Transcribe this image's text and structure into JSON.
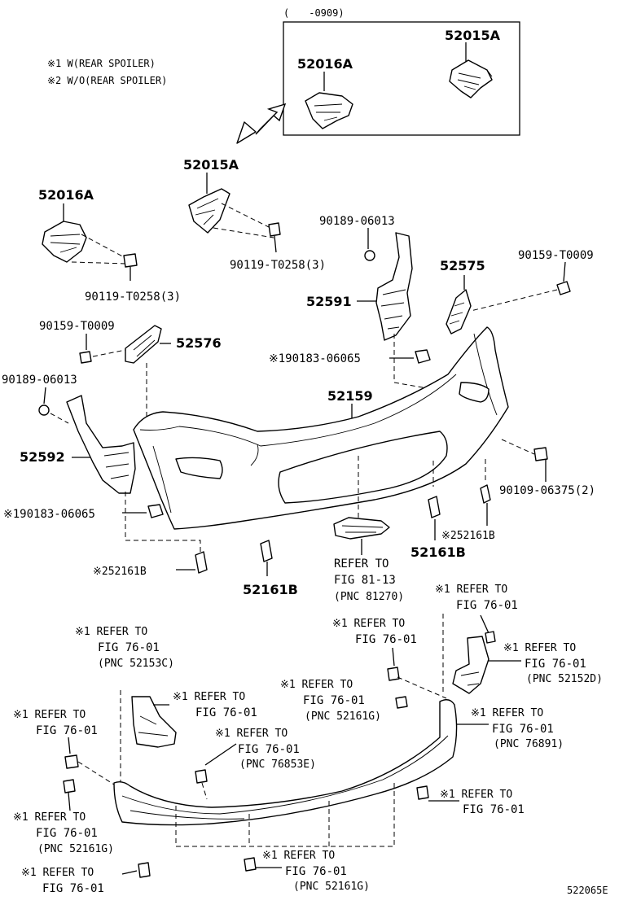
{
  "notes": {
    "inset_period": "(　　-0909)",
    "w_spoiler": "※1 W(REAR SPOILER)",
    "wo_spoiler": "※2 W/O(REAR SPOILER)"
  },
  "inset": {
    "p52015a": "52015A",
    "p52016a": "52016A"
  },
  "parts": {
    "p52015a": "52015A",
    "p52016a": "52016A",
    "p90119_a": "90119-T0258(3)",
    "p90119_b": "90119-T0258(3)",
    "p90189_right": "90189-06013",
    "p90189_left": "90189-06013",
    "p52575": "52575",
    "p90159_right": "90159-T0009",
    "p90159_left": "90159-T0009",
    "p52591": "52591",
    "p52576": "52576",
    "p90183_right": "※190183-06065",
    "p90183_left": "※190183-06065",
    "p52159": "52159",
    "p52592": "52592",
    "p90109": "90109-06375(2)",
    "p52161b_right": "※252161B",
    "p52161b_left": "※252161B",
    "p52161b_mid": "52161B",
    "p52161b_center": "52161B"
  },
  "refs": {
    "fig8113": {
      "l1": "REFER TO",
      "l2": "FIG 81-13",
      "l3": "(PNC 81270)"
    },
    "r1": {
      "l1": "※1 REFER TO",
      "l2": "FIG 76-01"
    },
    "r2": {
      "l1": "※1 REFER TO",
      "l2": "FIG 76-01"
    },
    "r3": {
      "l1": "※1 REFER TO",
      "l2": "FIG 76-01",
      "l3": "(PNC 52152D)"
    },
    "r4": {
      "l1": "※1 REFER TO",
      "l2": "FIG 76-01",
      "l3": "(PNC 52153C)"
    },
    "r5": {
      "l1": "※1 REFER TO",
      "l2": "FIG 76-01",
      "l3": "(PNC 52161G)"
    },
    "r6": {
      "l1": "※1 REFER TO",
      "l2": "FIG 76-01"
    },
    "r7": {
      "l1": "※1 REFER TO",
      "l2": "FIG 76-01",
      "l3": "(PNC 76891)"
    },
    "r8": {
      "l1": "※1 REFER TO",
      "l2": "FIG 76-01"
    },
    "r9": {
      "l1": "※1 REFER TO",
      "l2": "FIG 76-01",
      "l3": "(PNC 76853E)"
    },
    "r10": {
      "l1": "※1 REFER TO",
      "l2": "FIG 76-01"
    },
    "r11": {
      "l1": "※1 REFER TO",
      "l2": "FIG 76-01",
      "l3": "(PNC 52161G)"
    },
    "r12": {
      "l1": "※1 REFER TO",
      "l2": "FIG 76-01",
      "l3": "(PNC 52161G)"
    },
    "r13": {
      "l1": "※1 REFER TO",
      "l2": "FIG 76-01"
    }
  },
  "diagram_id": "522065E"
}
